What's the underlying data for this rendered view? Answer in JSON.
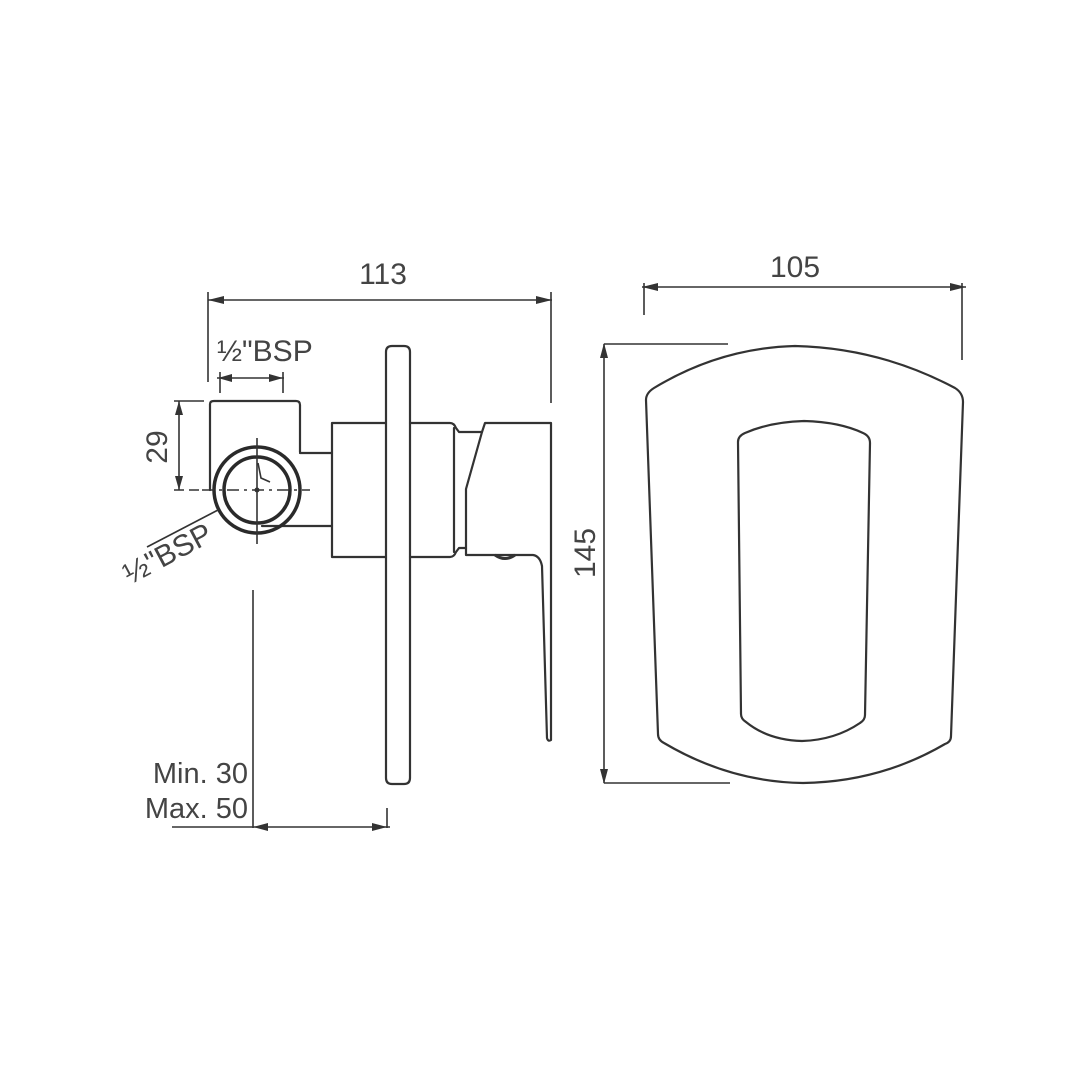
{
  "drawing": {
    "title": "Concealed shower mixer dimensional drawing",
    "units": "mm",
    "line_color": "#333333",
    "background": "#ffffff"
  },
  "side_view": {
    "overall_width_label": "113",
    "top_inlet_label": "½\"BSP",
    "inlet_offset_label": "29",
    "side_inlet_label": "½\"BSP",
    "wall_depth_min_label": "Min. 30",
    "wall_depth_max_label": "Max. 50"
  },
  "front_view": {
    "width_label": "105",
    "height_label": "145"
  }
}
